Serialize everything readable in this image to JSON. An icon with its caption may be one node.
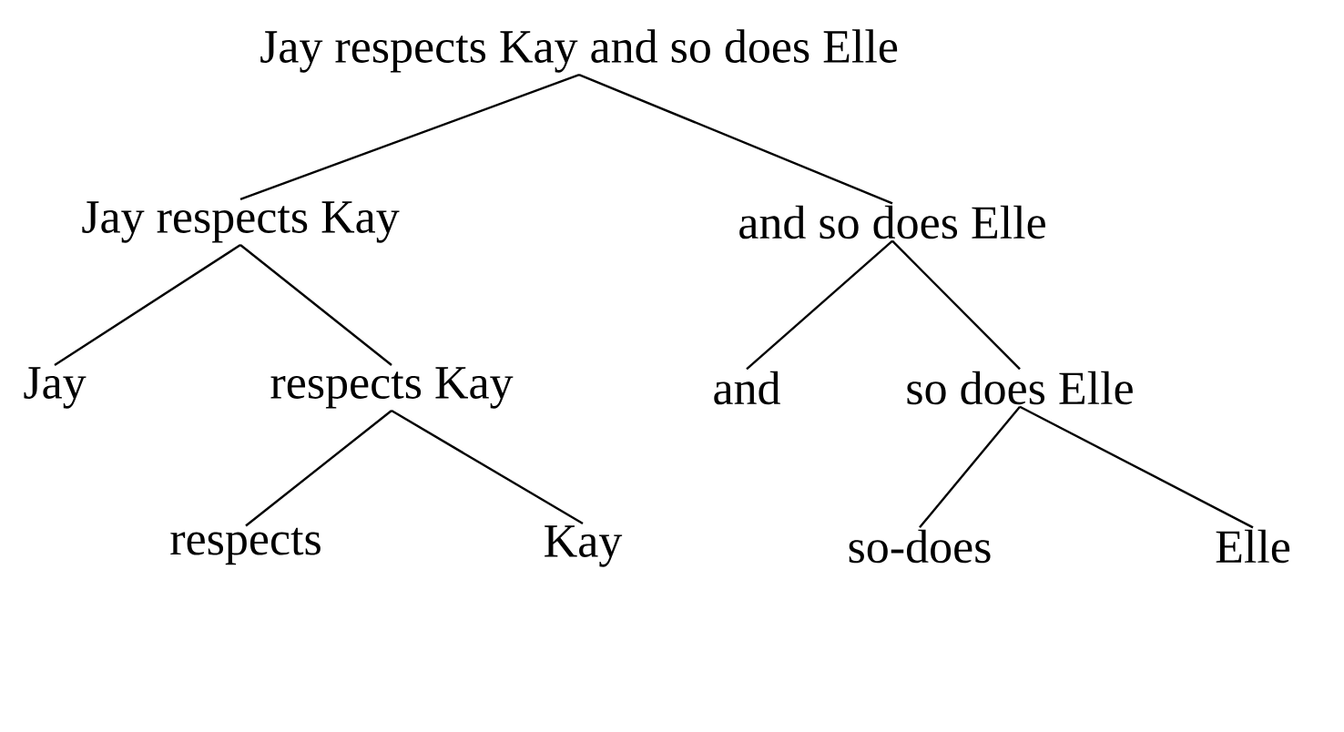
{
  "diagram": {
    "nodes": [
      {
        "text": [
          "Jay respects Kay and so does Elle"
        ]
      },
      {
        "text": [
          "Jay respects Kay"
        ]
      },
      {
        "text": [
          "and so does Elle"
        ]
      },
      {
        "text": [
          "Jay"
        ]
      },
      {
        "text": [
          "respects Kay"
        ]
      },
      {
        "text": [
          "and"
        ]
      },
      {
        "text": [
          "so does Elle"
        ]
      },
      {
        "text": [
          "respects"
        ]
      },
      {
        "text": [
          "Kay"
        ]
      },
      {
        "text": [
          "so-does"
        ]
      },
      {
        "text": [
          "Elle"
        ]
      }
    ],
    "edges": [
      {
        "from": 0,
        "to": 1,
        "arrow": "none"
      },
      {
        "from": 0,
        "to": 2,
        "arrow": "none"
      },
      {
        "from": 1,
        "to": 3,
        "arrow": "none"
      },
      {
        "from": 1,
        "to": 4,
        "arrow": "none"
      },
      {
        "from": 2,
        "to": 5,
        "arrow": "none"
      },
      {
        "from": 2,
        "to": 6,
        "arrow": "none"
      },
      {
        "from": 4,
        "to": 7,
        "arrow": "none"
      },
      {
        "from": 4,
        "to": 8,
        "arrow": "none"
      },
      {
        "from": 6,
        "to": 9,
        "arrow": "none"
      },
      {
        "from": 6,
        "to": 10,
        "arrow": "none"
      }
    ]
  }
}
